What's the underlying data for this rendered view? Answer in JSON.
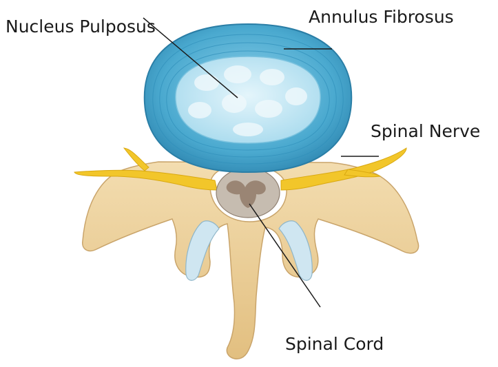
{
  "labels": {
    "nucleus_pulposus": "Nucleus Pulposus",
    "annulus_fibrosus": "Annulus Fibrosus",
    "spinal_nerve": "Spinal Nerve",
    "spinal_cord": "Spinal Cord"
  },
  "colors": {
    "disc_outer": "#4aa9cf",
    "disc_inner": "#c7e9f6",
    "bone": "#ecd09b",
    "nerve": "#f2c62a",
    "cord": "#9a8574",
    "facet_cartilage": "#cfe6f1",
    "leader_line": "#1a1a1a"
  }
}
